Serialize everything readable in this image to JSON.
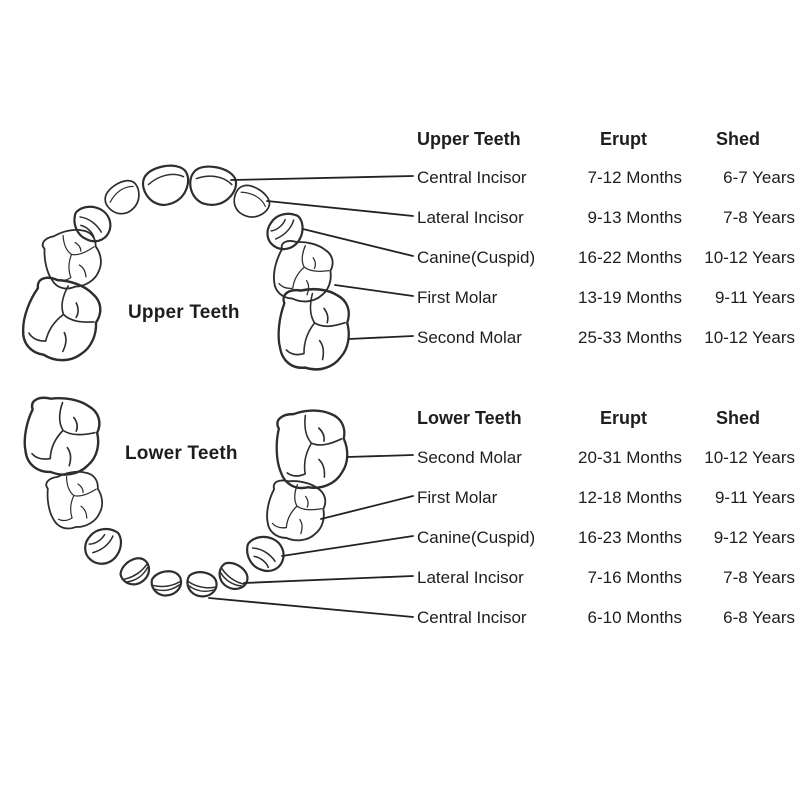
{
  "page": {
    "background_color": "#ffffff",
    "ink_color": "#222222"
  },
  "upper_section": {
    "arch_label": "Upper Teeth",
    "header": {
      "col1": "Upper Teeth",
      "col2": "Erupt",
      "col3": "Shed"
    },
    "rows": [
      {
        "name": "Central Incisor",
        "erupt": "7-12 Months",
        "shed": "6-7 Years"
      },
      {
        "name": "Lateral Incisor",
        "erupt": "9-13 Months",
        "shed": "7-8 Years"
      },
      {
        "name": "Canine(Cuspid)",
        "erupt": "16-22 Months",
        "shed": "10-12 Years"
      },
      {
        "name": "First Molar",
        "erupt": "13-19 Months",
        "shed": "9-11 Years"
      },
      {
        "name": "Second Molar",
        "erupt": "25-33 Months",
        "shed": "10-12 Years"
      }
    ]
  },
  "lower_section": {
    "arch_label": "Lower Teeth",
    "header": {
      "col1": "Lower Teeth",
      "col2": "Erupt",
      "col3": "Shed"
    },
    "rows": [
      {
        "name": "Second Molar",
        "erupt": "20-31 Months",
        "shed": "10-12 Years"
      },
      {
        "name": "First Molar",
        "erupt": "12-18 Months",
        "shed": "9-11 Years"
      },
      {
        "name": "Canine(Cuspid)",
        "erupt": "16-23 Months",
        "shed": "9-12 Years"
      },
      {
        "name": "Lateral Incisor",
        "erupt": "7-16 Months",
        "shed": "7-8 Years"
      },
      {
        "name": "Central Incisor",
        "erupt": "6-10 Months",
        "shed": "6-8 Years"
      }
    ]
  }
}
